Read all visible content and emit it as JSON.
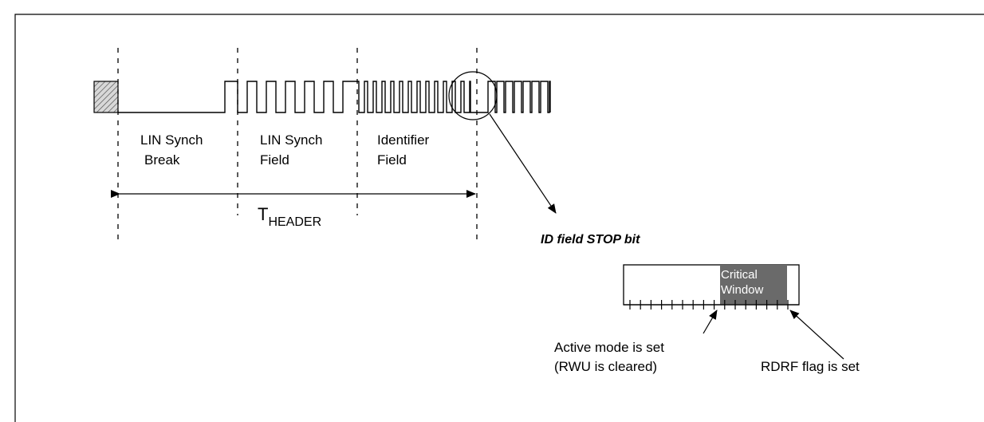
{
  "header": {
    "title": "LIN Synch Break",
    "subtitle": "LIN Synch Field"
  },
  "fields": {
    "break_line1": "LIN Synch",
    "break_line2": "Break",
    "synch_line1": "LIN Synch",
    "synch_line2": "Field",
    "id_line1": "Identifier",
    "id_line2": "Field"
  },
  "timing": {
    "t_main": "T",
    "t_sub": "HEADER"
  },
  "stop_bit": {
    "title": "ID field STOP bit",
    "critical_line1": "Critical",
    "critical_line2": "Window",
    "active_line1": "Active mode is set",
    "active_line2": "(RWU is cleared)",
    "rdrf": "RDRF flag is set"
  }
}
